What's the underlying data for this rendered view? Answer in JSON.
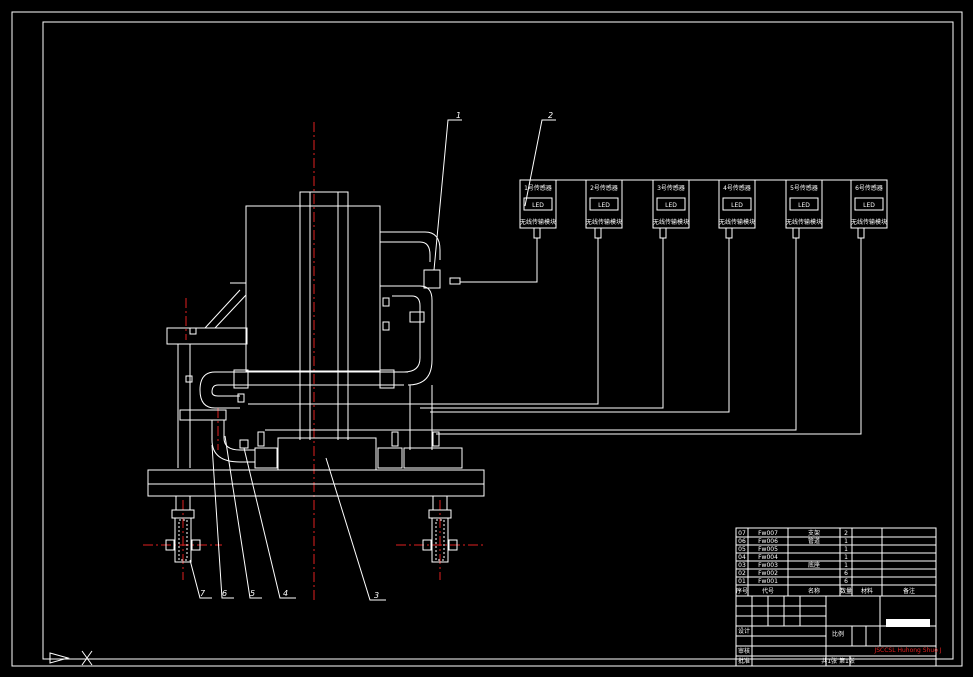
{
  "drawing": {
    "sensor_boxes": [
      {
        "title": "1号传感器",
        "display": "LED",
        "bottom": "无线传输模块"
      },
      {
        "title": "2号传感器",
        "display": "LED",
        "bottom": "无线传输模块"
      },
      {
        "title": "3号传感器",
        "display": "LED",
        "bottom": "无线传输模块"
      },
      {
        "title": "4号传感器",
        "display": "LED",
        "bottom": "无线传输模块"
      },
      {
        "title": "5号传感器",
        "display": "LED",
        "bottom": "无线传输模块"
      },
      {
        "title": "6号传感器",
        "display": "LED",
        "bottom": "无线传输模块"
      }
    ],
    "callouts": [
      "1",
      "2",
      "3",
      "4",
      "5",
      "6",
      "7"
    ],
    "parts_list": [
      {
        "no": "07",
        "code": "Fw007",
        "name": "支架",
        "qty": "2"
      },
      {
        "no": "06",
        "code": "Fw006",
        "name": "管道",
        "qty": "1"
      },
      {
        "no": "05",
        "code": "Fw005",
        "name": "",
        "qty": "1"
      },
      {
        "no": "04",
        "code": "Fw004",
        "name": "",
        "qty": "1"
      },
      {
        "no": "03",
        "code": "Fw003",
        "name": "底座",
        "qty": "1"
      },
      {
        "no": "02",
        "code": "Fw002",
        "name": "",
        "qty": "6"
      },
      {
        "no": "01",
        "code": "Fw001",
        "name": "",
        "qty": "6"
      }
    ],
    "parts_header": [
      "序号",
      "代号",
      "名称",
      "数量",
      "材料",
      "备注"
    ],
    "title_block": {
      "designer_row": "设计",
      "checker_row": "审核",
      "approve_row": "批准",
      "scale_label": "比例",
      "sheet": "共1张 第1张",
      "watermark": "JSCCSL Huhong Shuo J"
    }
  }
}
